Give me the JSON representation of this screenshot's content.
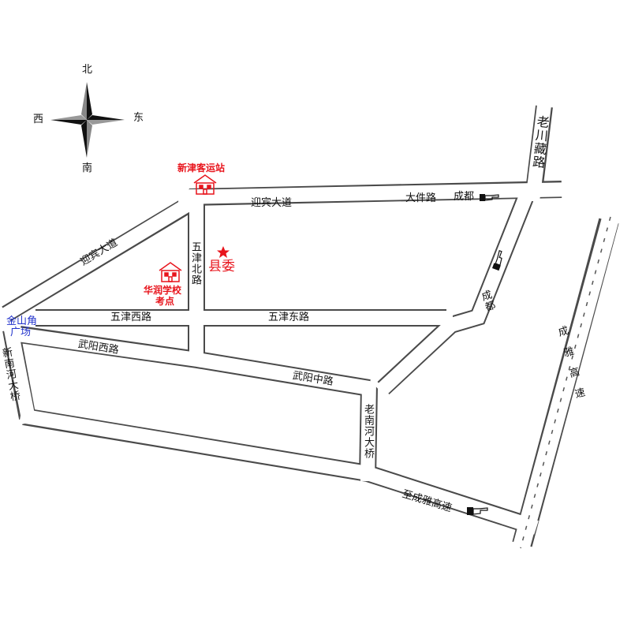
{
  "compass": {
    "north": "北",
    "south": "南",
    "east": "东",
    "west": "西"
  },
  "landmarks": {
    "bus_station": "新津客运站",
    "school": "华润学校考点",
    "school_line1": "华润学校",
    "school_line2": "考点",
    "county_committee": "县委",
    "plaza_line1": "金山角",
    "plaza_line2": "广场"
  },
  "roads": {
    "yingbin_north": "迎宾大道",
    "yingbin_diag": "迎宾大道",
    "dajian": "大件路",
    "chengdu_east": "成都",
    "chengdu_diag": "成都",
    "laochuanzang": "老川藏路",
    "wujin_north": "五津北路",
    "wujin_west": "五津西路",
    "wujin_east": "五津东路",
    "wuyang_west": "武阳西路",
    "wuyang_middle": "武阳中路",
    "xinnanhe": "新南河大桥",
    "laonanhe": "老南河大桥",
    "to_chengya": "至成雅高速",
    "chengya": "成雅高速"
  },
  "colors": {
    "road_edge": "#555555",
    "highlight": "#e8141c",
    "plaza": "#2233cc"
  }
}
